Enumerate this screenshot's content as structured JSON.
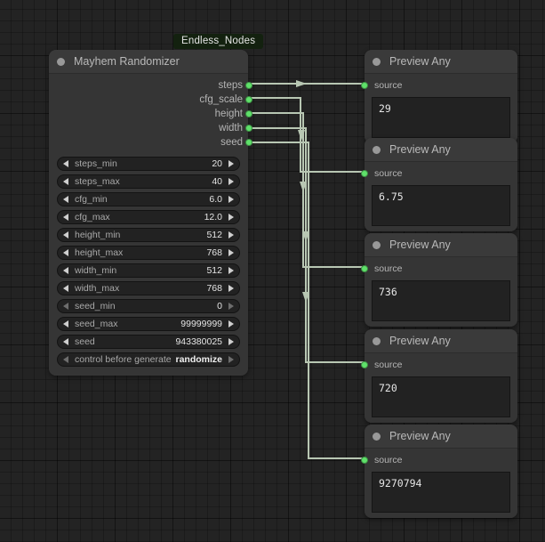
{
  "canvas": {
    "grid_color": "#232323",
    "link_color": "#b8c7b3",
    "port_color": "#5fe06a"
  },
  "group": {
    "badge_label": "Endless_Nodes",
    "badge_bg": "#13210f"
  },
  "randomizer_node": {
    "title": "Mayhem Randomizer",
    "outputs": [
      {
        "label": "steps"
      },
      {
        "label": "cfg_scale"
      },
      {
        "label": "height"
      },
      {
        "label": "width"
      },
      {
        "label": "seed"
      }
    ],
    "widgets": [
      {
        "name": "steps_min",
        "value": "20",
        "type": "number"
      },
      {
        "name": "steps_max",
        "value": "40",
        "type": "number"
      },
      {
        "name": "cfg_min",
        "value": "6.0",
        "type": "number"
      },
      {
        "name": "cfg_max",
        "value": "12.0",
        "type": "number"
      },
      {
        "name": "height_min",
        "value": "512",
        "type": "number"
      },
      {
        "name": "height_max",
        "value": "768",
        "type": "number"
      },
      {
        "name": "width_min",
        "value": "512",
        "type": "number"
      },
      {
        "name": "width_max",
        "value": "768",
        "type": "number"
      },
      {
        "name": "seed_min",
        "value": "0",
        "type": "number"
      },
      {
        "name": "seed_max",
        "value": "99999999",
        "type": "number"
      },
      {
        "name": "seed",
        "value": "943380025",
        "type": "number"
      },
      {
        "name": "control before generate",
        "value": "randomize",
        "type": "combo"
      }
    ]
  },
  "preview_nodes": [
    {
      "title": "Preview Any",
      "input_label": "source",
      "value": "29"
    },
    {
      "title": "Preview Any",
      "input_label": "source",
      "value": "6.75"
    },
    {
      "title": "Preview Any",
      "input_label": "source",
      "value": "736"
    },
    {
      "title": "Preview Any",
      "input_label": "source",
      "value": "720"
    },
    {
      "title": "Preview Any",
      "input_label": "source",
      "value": "9270794"
    }
  ]
}
